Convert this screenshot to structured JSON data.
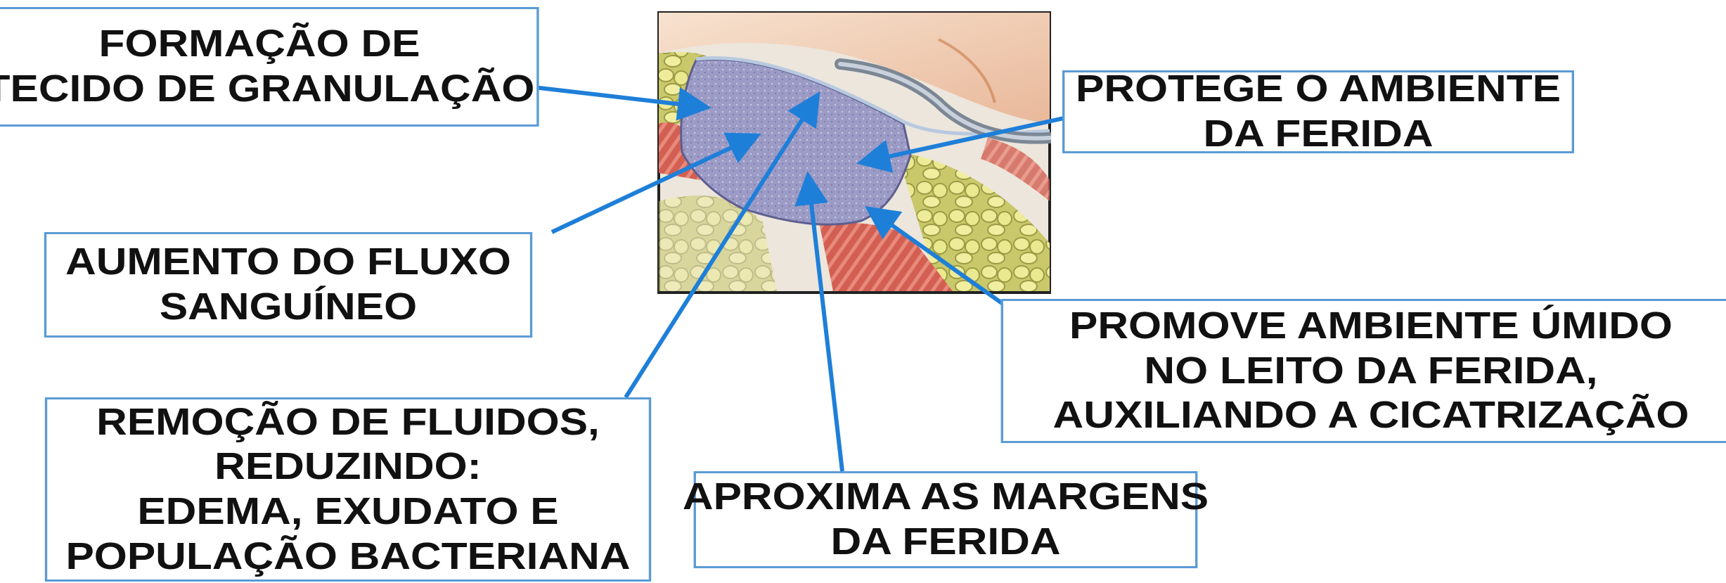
{
  "labels": {
    "granulacao": [
      "FORMAÇÃO DE",
      "TECIDO DE GRANULAÇÃO"
    ],
    "protege": [
      "PROTEGE O AMBIENTE",
      "DA FERIDA"
    ],
    "fluxo": [
      "AUMENTO DO FLUXO",
      "SANGUÍNEO"
    ],
    "umido": [
      "PROMOVE AMBIENTE ÚMIDO",
      "NO LEITO DA FERIDA,",
      "AUXILIANDO A CICATRIZAÇÃO"
    ],
    "remocao": [
      "REMOÇÃO DE FLUIDOS,",
      "REDUZINDO:",
      "EDEMA, EXUDATO E",
      "POPULAÇÃO BACTERIANA"
    ],
    "margens": [
      "APROXIMA AS MARGENS",
      "DA FERIDA"
    ]
  },
  "colors": {
    "box_border": "#5b9bd5",
    "arrow": "#1e7fd8",
    "foam": "#8f8fbf",
    "fat": "#e6e48a",
    "muscle": "#d9675a",
    "skin": "#f2c9a8"
  }
}
